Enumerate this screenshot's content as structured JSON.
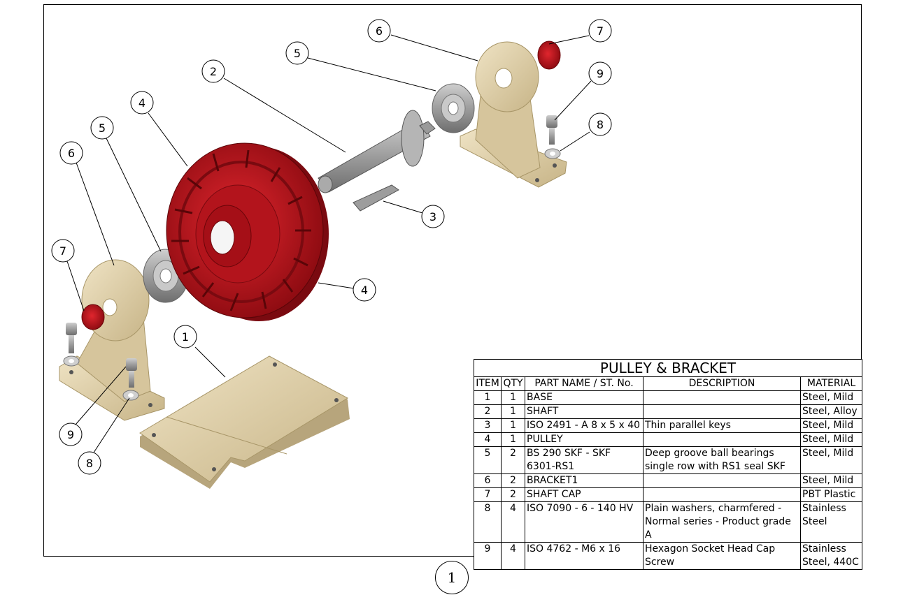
{
  "balloons": {
    "b1": "1",
    "b2": "2",
    "b3": "3",
    "b4a": "4",
    "b4b": "4",
    "b5a": "5",
    "b5b": "5",
    "b6a": "6",
    "b6b": "6",
    "b7a": "7",
    "b7b": "7",
    "b8a": "8",
    "b8b": "8",
    "b9a": "9",
    "b9b": "9"
  },
  "view_label": "1",
  "colors": {
    "red_part": "#c0101a",
    "tan_part": "#d8c9a4",
    "steel_part": "#9a9a9a",
    "line": "#000000"
  },
  "bom": {
    "title": "PULLEY & BRACKET",
    "headers": [
      "ITEM",
      "QTY",
      "PART NAME / ST. No.",
      "DESCRIPTION",
      "MATERIAL"
    ],
    "rows": [
      {
        "item": "1",
        "qty": "1",
        "part": "BASE",
        "desc": "",
        "material": "Steel, Mild"
      },
      {
        "item": "2",
        "qty": "1",
        "part": "SHAFT",
        "desc": "",
        "material": "Steel, Alloy"
      },
      {
        "item": "3",
        "qty": "1",
        "part": "ISO 2491 - A  8 x 5 x 40",
        "desc": "Thin parallel keys",
        "material": "Steel, Mild"
      },
      {
        "item": "4",
        "qty": "1",
        "part": "PULLEY",
        "desc": "",
        "material": "Steel, Mild"
      },
      {
        "item": "5",
        "qty": "2",
        "part": "BS 290 SKF - SKF 6301-RS1",
        "desc": "Deep groove ball bearings single row with RS1 seal SKF",
        "material": "Steel, Mild"
      },
      {
        "item": "6",
        "qty": "2",
        "part": "BRACKET1",
        "desc": "",
        "material": "Steel, Mild"
      },
      {
        "item": "7",
        "qty": "2",
        "part": "SHAFT CAP",
        "desc": "",
        "material": "PBT Plastic"
      },
      {
        "item": "8",
        "qty": "4",
        "part": "ISO 7090 - 6 - 140 HV",
        "desc": "Plain washers, charmfered - Normal series - Product grade A",
        "material": "Stainless Steel"
      },
      {
        "item": "9",
        "qty": "4",
        "part": "ISO 4762 - M6 x 16",
        "desc": "Hexagon Socket Head Cap Screw",
        "material": "Stainless Steel, 440C"
      }
    ]
  }
}
